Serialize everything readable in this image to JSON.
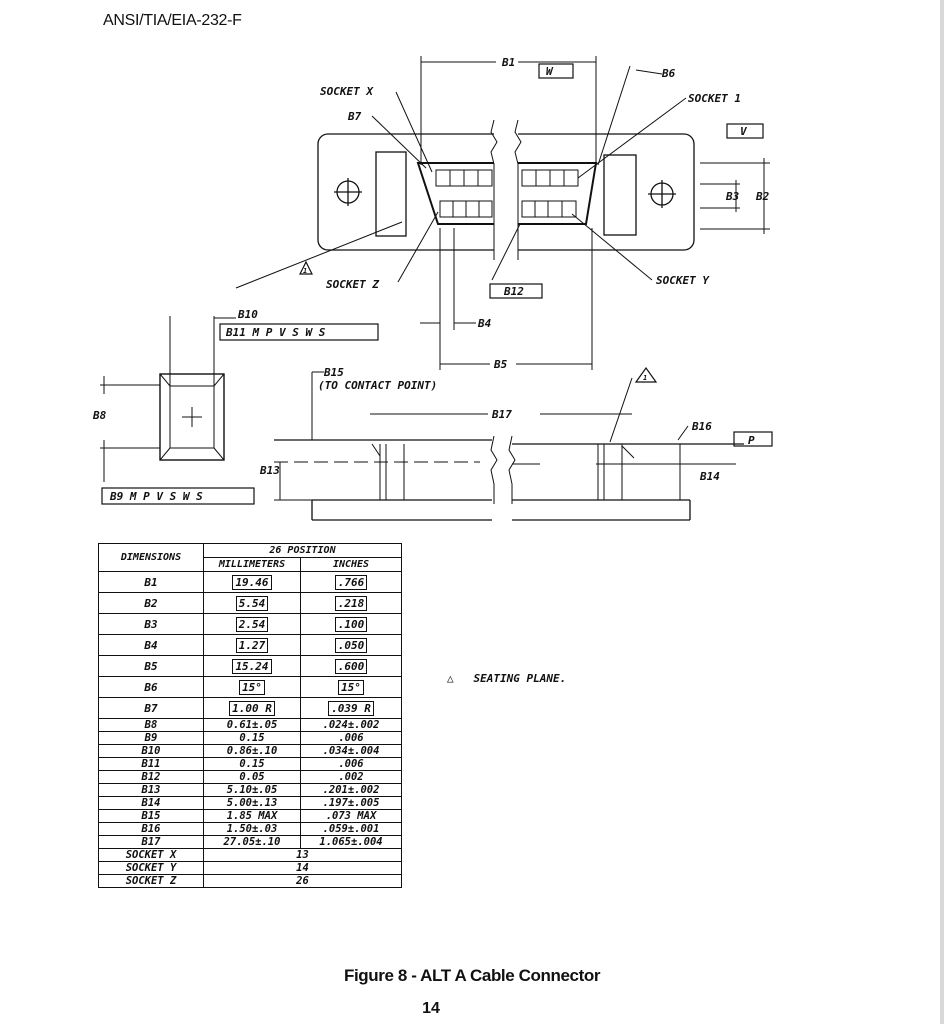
{
  "header": {
    "doc_id": "ANSI/TIA/EIA-232-F"
  },
  "drawing_labels": {
    "b1": "B1",
    "w_datum": "W",
    "b6": "B6",
    "socket_1": "SOCKET 1",
    "socket_x": "SOCKET X",
    "b7": "B7",
    "v_datum": "V",
    "b3": "B3",
    "b2": "B2",
    "socket_z": "SOCKET Z",
    "socket_y": "SOCKET Y",
    "b12": "B12",
    "b10": "B10",
    "b11_frame": "B11 M P V S W S",
    "b4": "B4",
    "b5": "B5",
    "b15": "B15",
    "to_contact": "(TO CONTACT POINT)",
    "b8": "B8",
    "b17": "B17",
    "b16": "B16",
    "p_datum": "P",
    "b13": "B13",
    "b14": "B14",
    "b9_frame": "B9 M P V S W S",
    "note_num": "1"
  },
  "table": {
    "col_dim": "DIMENSIONS",
    "col_group": "26 POSITION",
    "col_mm": "MILLIMETERS",
    "col_in": "INCHES",
    "rows_big": [
      {
        "dim": "B1",
        "mm": "19.46",
        "in": ".766"
      },
      {
        "dim": "B2",
        "mm": "5.54",
        "in": ".218"
      },
      {
        "dim": "B3",
        "mm": "2.54",
        "in": ".100"
      },
      {
        "dim": "B4",
        "mm": "1.27",
        "in": ".050"
      },
      {
        "dim": "B5",
        "mm": "15.24",
        "in": ".600"
      },
      {
        "dim": "B6",
        "mm": "15°",
        "in": "15°"
      },
      {
        "dim": "B7",
        "mm": "1.00 R",
        "in": ".039 R"
      }
    ],
    "rows_small": [
      {
        "dim": "B8",
        "mm": "0.61±.05",
        "in": ".024±.002"
      },
      {
        "dim": "B9",
        "mm": "0.15",
        "in": ".006"
      },
      {
        "dim": "B10",
        "mm": "0.86±.10",
        "in": ".034±.004"
      },
      {
        "dim": "B11",
        "mm": "0.15",
        "in": ".006"
      },
      {
        "dim": "B12",
        "mm": "0.05",
        "in": ".002"
      },
      {
        "dim": "B13",
        "mm": "5.10±.05",
        "in": ".201±.002"
      },
      {
        "dim": "B14",
        "mm": "5.00±.13",
        "in": ".197±.005"
      },
      {
        "dim": "B15",
        "mm": "1.85 MAX",
        "in": ".073 MAX"
      },
      {
        "dim": "B16",
        "mm": "1.50±.03",
        "in": ".059±.001"
      },
      {
        "dim": "B17",
        "mm": "27.05±.10",
        "in": "1.065±.004"
      }
    ],
    "sockets": [
      {
        "dim": "SOCKET X",
        "val": "13"
      },
      {
        "dim": "SOCKET Y",
        "val": "14"
      },
      {
        "dim": "SOCKET Z",
        "val": "26"
      }
    ]
  },
  "note": {
    "text": "SEATING PLANE."
  },
  "caption": "Figure 8 - ALT A Cable Connector",
  "page_number": "14"
}
